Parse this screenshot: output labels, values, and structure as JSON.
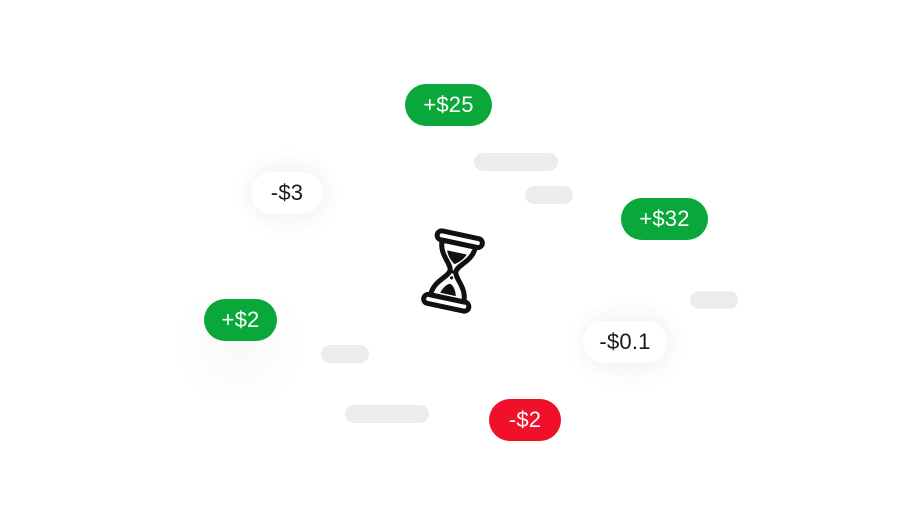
{
  "pills": {
    "p25": "+$25",
    "p32": "+$32",
    "p2": "+$2",
    "m3": "-$3",
    "m01": "-$0.1",
    "m2": "-$2"
  },
  "colors": {
    "positive": "#0aa83a",
    "negative": "#f0102a",
    "placeholder": "#ececec",
    "text": "#1a1a1a"
  },
  "icons": {
    "center": "hourglass-icon"
  }
}
